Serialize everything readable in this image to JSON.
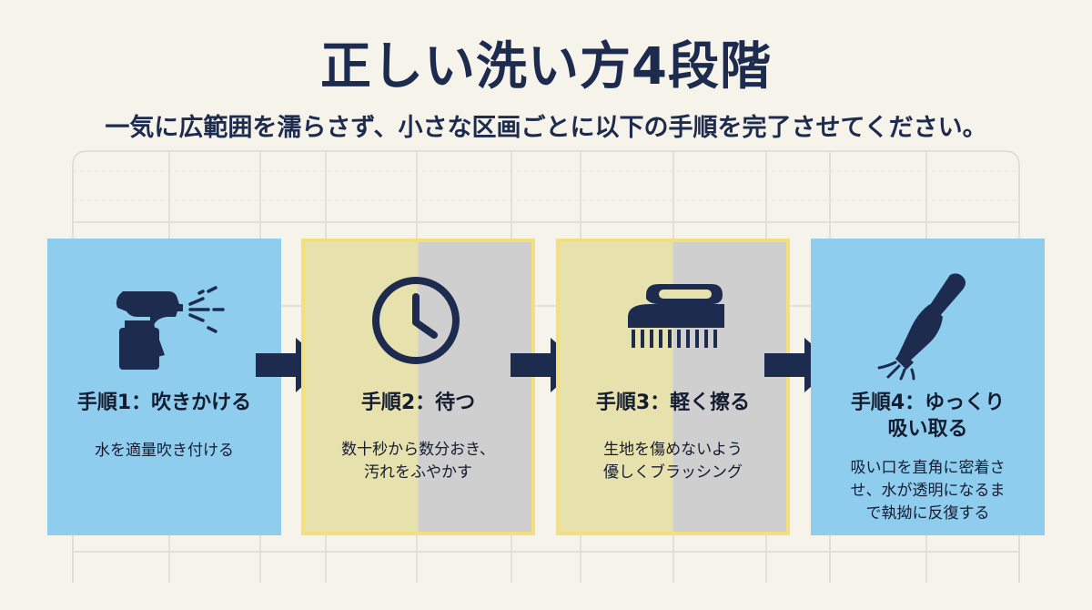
{
  "header": {
    "title": "正しい洗い方4段階",
    "subtitle": "一気に広範囲を濡らさず、小さな区画ごとに以下の手順を完了させてください。"
  },
  "steps": [
    {
      "icon": "spray-bottle-icon",
      "title": "手順1：吹きかける",
      "desc": "水を適量吹き付ける"
    },
    {
      "icon": "clock-icon",
      "title": "手順2：待つ",
      "desc": "数十秒から数分おき、\n汚れをふやかす"
    },
    {
      "icon": "brush-icon",
      "title": "手順3：軽く擦る",
      "desc": "生地を傷めないよう\n優しくブラッシング"
    },
    {
      "icon": "vacuum-nozzle-icon",
      "title": "手順4：ゆっくり\n吸い取る",
      "desc": "吸い口を直角に密着さ\nせ、水が透明になるま\nで執拗に反復する"
    }
  ],
  "colors": {
    "navy": "#1d2b4f",
    "blue_card": "#8fcdee",
    "yellow_border": "#f3e07c"
  }
}
